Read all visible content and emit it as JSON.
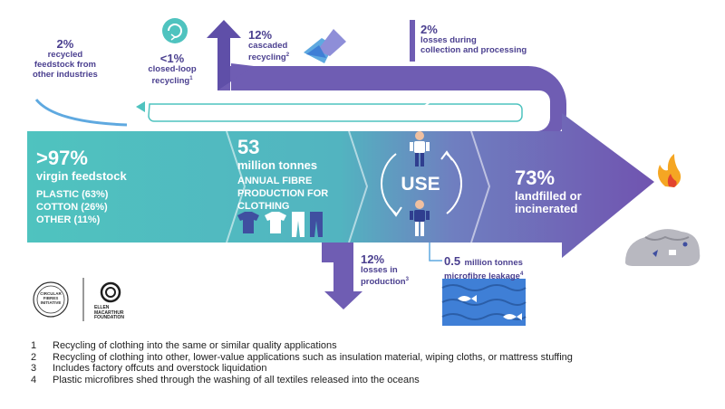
{
  "recycled_other": {
    "percent": "2%",
    "lines": [
      "recycled",
      "feedstock from",
      "other industries"
    ]
  },
  "closed_loop": {
    "percent": "<1%",
    "lines": [
      "closed-loop",
      "recycling"
    ],
    "footnote_ref": "1"
  },
  "cascaded": {
    "percent": "12%",
    "lines": [
      "cascaded",
      "recycling"
    ],
    "footnote_ref": "2"
  },
  "collection_losses": {
    "percent": "2%",
    "lines": [
      "losses during",
      "collection and processing"
    ]
  },
  "virgin": {
    "percent": ">97%",
    "label": "virgin feedstock",
    "materials": [
      "PLASTIC (63%)",
      "COTTON (26%)",
      "OTHER (11%)"
    ]
  },
  "production": {
    "amount": "53",
    "unit": "million tonnes",
    "lines": [
      "ANNUAL FIBRE",
      "PRODUCTION FOR",
      "CLOTHING"
    ]
  },
  "use": {
    "label": "USE"
  },
  "landfill": {
    "percent": "73%",
    "lines": [
      "landfilled or",
      "incinerated"
    ]
  },
  "production_losses": {
    "percent": "12%",
    "lines": [
      "losses in",
      "production"
    ],
    "footnote_ref": "3"
  },
  "microfibre": {
    "amount": "0.5",
    "unit": "million tonnes",
    "label": "microfibre leakage",
    "footnote_ref": "4"
  },
  "logos": {
    "circular_fibres": [
      "CIRCULAR",
      "FIBRES",
      "INITIATIVE"
    ],
    "foundation": [
      "ELLEN",
      "MACARTHUR",
      "FOUNDATION"
    ]
  },
  "footnotes": [
    {
      "num": "1",
      "text": "Recycling of clothing into the same or similar quality applications"
    },
    {
      "num": "2",
      "text": "Recycling of clothing into other, lower-value applications such as insulation material, wiping cloths, or mattress stuffing"
    },
    {
      "num": "3",
      "text": "Includes factory offcuts and overstock liquidation"
    },
    {
      "num": "4",
      "text": "Plastic microfibres shed through the washing of all textiles released into the oceans"
    }
  ],
  "colors": {
    "teal": "#4fc3bf",
    "teal_dark": "#37a9a8",
    "purple": "#6f5db3",
    "purple_dark": "#4a3f8f",
    "light_blue": "#5fa9e0",
    "water": "#3f7fd6"
  }
}
